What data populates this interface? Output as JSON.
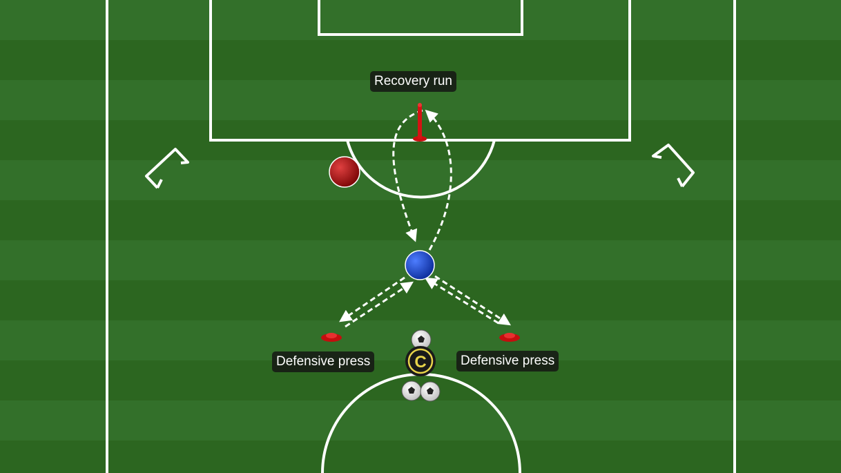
{
  "labels": {
    "recovery_run": "Recovery run",
    "defensive_press_left": "Defensive press",
    "defensive_press_right": "Defensive press"
  },
  "coach_badge": {
    "letter": "C"
  },
  "colors": {
    "grass_dark": "#2c6620",
    "grass_light": "#3a7a2c",
    "lines": "#ffffff",
    "attacker": "#b30d0d",
    "defender": "#1f4fd8",
    "cone": "#d41313",
    "coach_ring": "#e8d44a"
  },
  "icons": [
    "rotate-arrow-left-icon",
    "rotate-arrow-right-icon",
    "ball-icon",
    "cone-icon",
    "pole-icon",
    "coach-icon"
  ]
}
